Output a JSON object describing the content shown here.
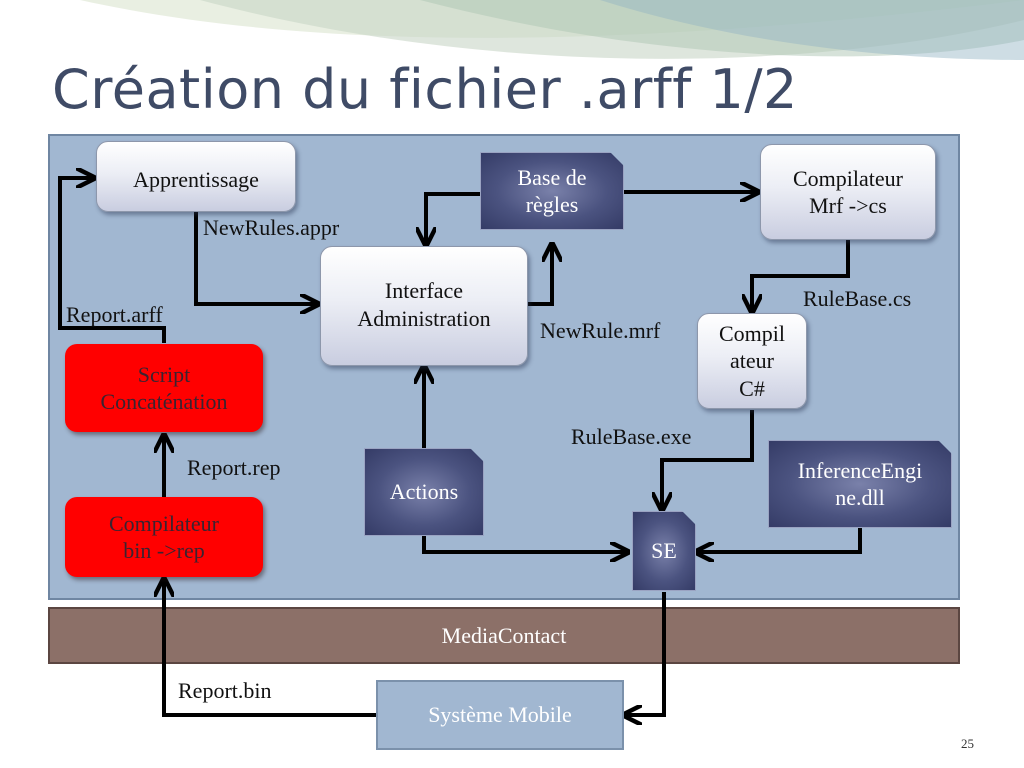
{
  "title": "Création du fichier .arff 1/2",
  "nodes": {
    "apprentissage": "Apprentissage",
    "interface_admin": "Interface\nAdministration",
    "base_de_regles": "Base de\nrègles",
    "compilateur_mrf": "Compilateur\nMrf ->cs",
    "compilateur_cs": "Compil\nateur\nC#",
    "script_concat": "Script\nConcaténation",
    "compilateur_bin": "Compilateur\nbin ->rep",
    "actions": "Actions",
    "se": "SE",
    "inference_engine": "InferenceEngi\nne.dll",
    "media_contact": "MediaContact",
    "systeme_mobile": "Système Mobile"
  },
  "edge_labels": {
    "newrules_appr": "NewRules.appr",
    "report_arff": "Report.arff",
    "newrule_mrf": "NewRule.mrf",
    "rulebase_cs": "RuleBase.cs",
    "rulebase_exe": "RuleBase.exe",
    "report_rep": "Report.rep",
    "report_bin": "Report.bin"
  },
  "page_number": "25",
  "colors": {
    "panel": "#a1b7d1",
    "red_process": "#ff0000",
    "doc_node": "#4b5380",
    "media_bar": "#8c7068",
    "title": "#3f4b66"
  }
}
